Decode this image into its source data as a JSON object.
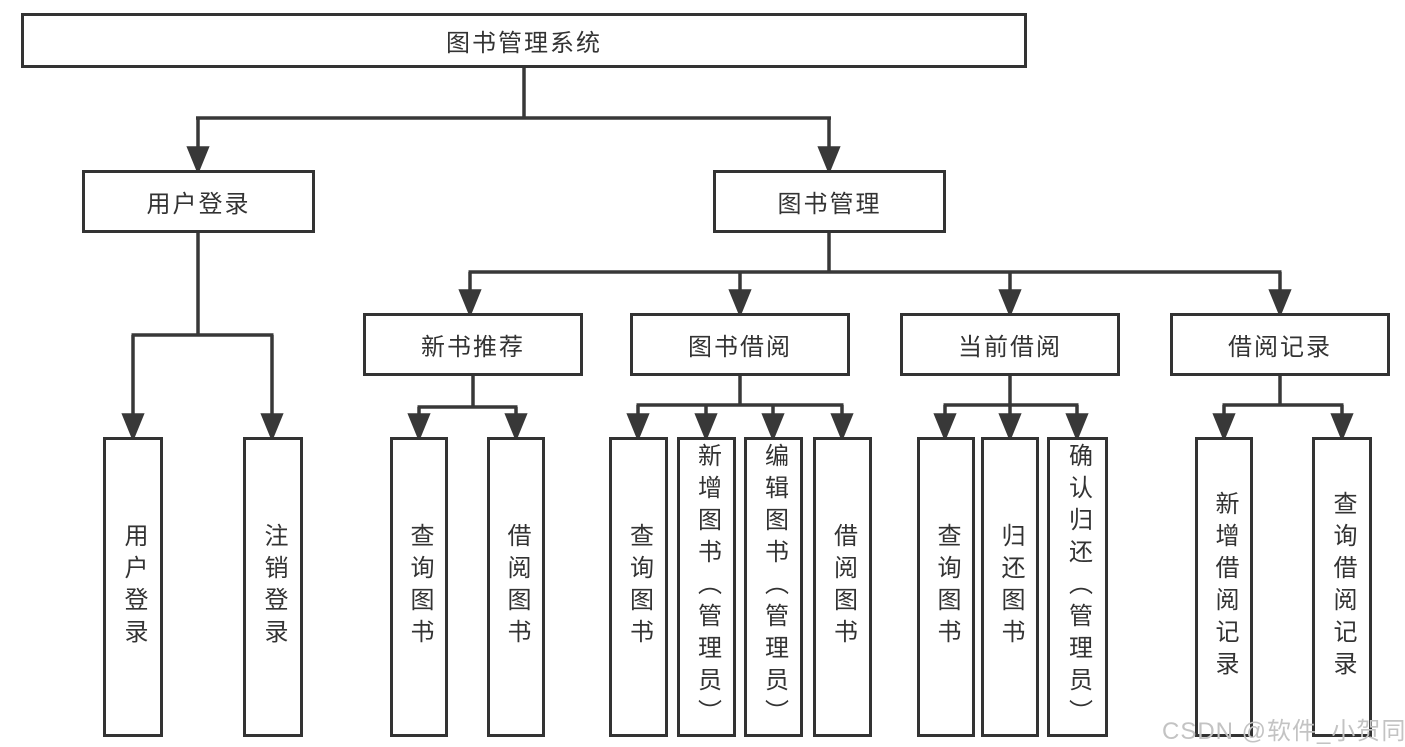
{
  "diagram": {
    "root": {
      "label": "图书管理系统"
    },
    "level2": [
      {
        "label": "用户登录"
      },
      {
        "label": "图书管理"
      }
    ],
    "level3": [
      {
        "label": "新书推荐"
      },
      {
        "label": "图书借阅"
      },
      {
        "label": "当前借阅"
      },
      {
        "label": "借阅记录"
      }
    ],
    "leaves": [
      {
        "label": "用户登录"
      },
      {
        "label": "注销登录"
      },
      {
        "label": "查询图书"
      },
      {
        "label": "借阅图书"
      },
      {
        "label": "查询图书"
      },
      {
        "label": "新增图书（管理员）"
      },
      {
        "label": "编辑图书（管理员）"
      },
      {
        "label": "借阅图书"
      },
      {
        "label": "查询图书"
      },
      {
        "label": "归还图书"
      },
      {
        "label": "确认归还（管理员）"
      },
      {
        "label": "新增借阅记录"
      },
      {
        "label": "查询借阅记录"
      }
    ]
  },
  "watermark": {
    "text": "CSDN @软件_小贺同学"
  },
  "colors": {
    "line": "#383838",
    "box_border": "#333333",
    "text": "#333333",
    "watermark": "#c3c3c3",
    "background": "#ffffff"
  }
}
